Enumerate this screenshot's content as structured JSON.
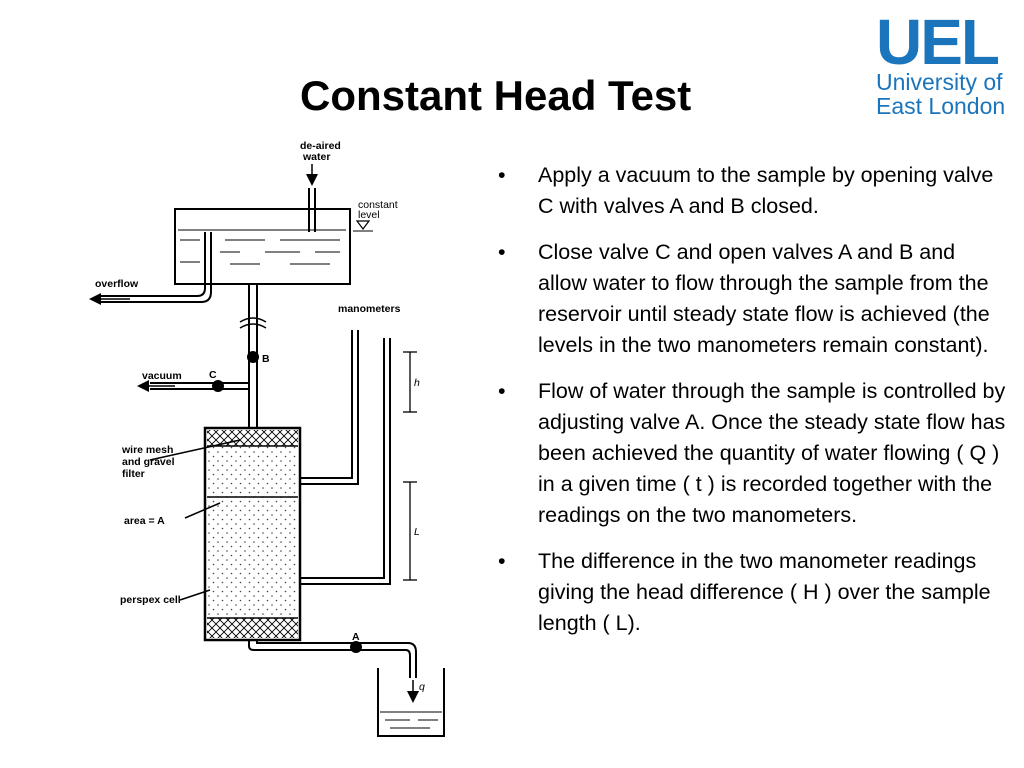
{
  "slide": {
    "title": "Constant Head Test"
  },
  "logo": {
    "mark": "UEL",
    "line1": "University of",
    "line2": "East London",
    "color": "#1b75bc"
  },
  "bullets": [
    {
      "marker": "•",
      "text": "Apply a vacuum to the sample by opening valve C with valves A and B closed."
    },
    {
      "marker": "•",
      "text": "Close valve C and open valves A and B and allow water to flow through the sample from the reservoir until steady state flow is achieved (the levels in the two manometers remain constant)."
    },
    {
      "marker": "•",
      "text": "Flow of water through the sample is controlled by adjusting valve A. Once the steady state flow has been achieved the quantity of water flowing ( Q ) in a given time ( t ) is recorded together with the readings on the two manometers."
    },
    {
      "marker": "•",
      "text": "The difference in the two manometer readings giving the head difference ( H ) over the sample length ( L)."
    }
  ],
  "diagram": {
    "labels": {
      "deaired_1": "de-aired",
      "deaired_2": "water",
      "constant_1": "constant",
      "constant_2": "level",
      "overflow": "overflow",
      "manometers": "manometers",
      "valve_b": "B",
      "vacuum": "vacuum",
      "valve_c": "C",
      "h": "h",
      "wire_1": "wire mesh",
      "wire_2": "and gravel",
      "wire_3": "filter",
      "area": "area = A",
      "l": "L",
      "perspex": "perspex cell",
      "valve_a": "A",
      "q": "q"
    }
  }
}
